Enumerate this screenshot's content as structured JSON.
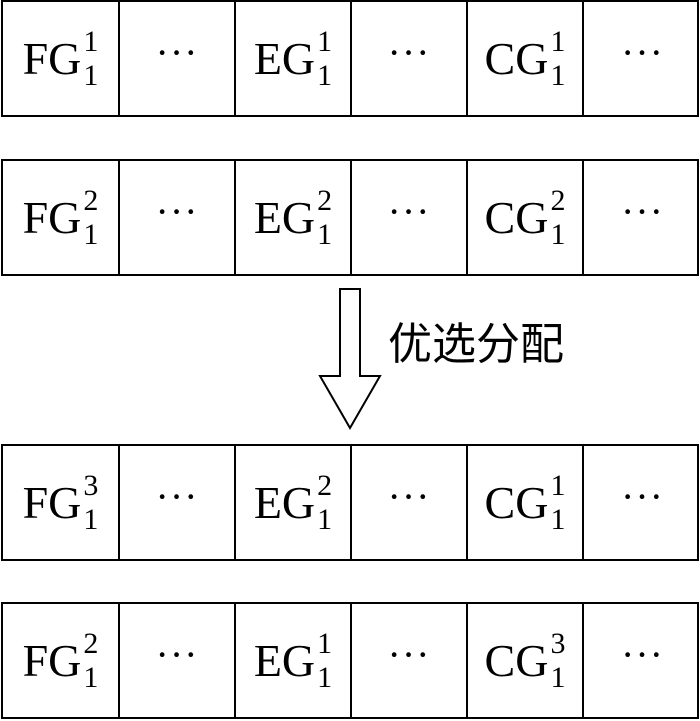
{
  "rows": [
    {
      "cells": [
        {
          "base": "FG",
          "sup": "1",
          "sub": "1"
        },
        {
          "text": "···"
        },
        {
          "base": "EG",
          "sup": "1",
          "sub": "1"
        },
        {
          "text": "···"
        },
        {
          "base": "CG",
          "sup": "1",
          "sub": "1"
        },
        {
          "text": "···"
        }
      ]
    },
    {
      "cells": [
        {
          "base": "FG",
          "sup": "2",
          "sub": "1"
        },
        {
          "text": "···"
        },
        {
          "base": "EG",
          "sup": "2",
          "sub": "1"
        },
        {
          "text": "···"
        },
        {
          "base": "CG",
          "sup": "2",
          "sub": "1"
        },
        {
          "text": "···"
        }
      ]
    },
    {
      "cells": [
        {
          "base": "FG",
          "sup": "3",
          "sub": "1"
        },
        {
          "text": "···"
        },
        {
          "base": "EG",
          "sup": "2",
          "sub": "1"
        },
        {
          "text": "···"
        },
        {
          "base": "CG",
          "sup": "1",
          "sub": "1"
        },
        {
          "text": "···"
        }
      ]
    },
    {
      "cells": [
        {
          "base": "FG",
          "sup": "2",
          "sub": "1"
        },
        {
          "text": "···"
        },
        {
          "base": "EG",
          "sup": "1",
          "sub": "1"
        },
        {
          "text": "···"
        },
        {
          "base": "CG",
          "sup": "3",
          "sub": "1"
        },
        {
          "text": "···"
        }
      ]
    }
  ],
  "arrow": {
    "label": "优选分配",
    "icon": "down-arrow-icon"
  },
  "colors": {
    "stroke": "#000000",
    "background": "#ffffff"
  }
}
